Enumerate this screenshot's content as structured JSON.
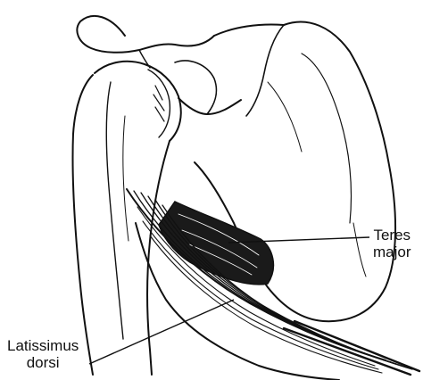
{
  "labels": {
    "teres_major": {
      "line1": "Teres",
      "line2": "major"
    },
    "latissimus_dorsi": {
      "line1": "Latissimus",
      "line2": "dorsi"
    }
  },
  "colors": {
    "ink": "#111111",
    "background": "#ffffff"
  }
}
